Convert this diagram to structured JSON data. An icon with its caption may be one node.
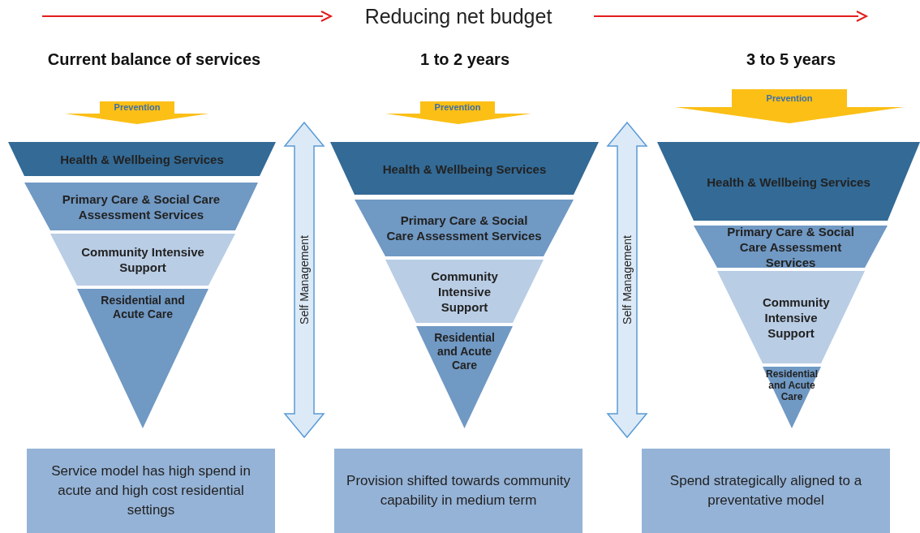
{
  "diagram": {
    "title": "Reducing net budget",
    "nodes": [
      {
        "text": [
          "Prevention"
        ]
      },
      {
        "text": [
          "Health & Wellbeing Services"
        ]
      },
      {
        "text": [
          "Primary Care & Social Care Assessment Services"
        ]
      },
      {
        "text": [
          "Community Intensive Support"
        ]
      },
      {
        "text": [
          "Residential and Acute Care"
        ]
      },
      {
        "text": [
          "Service model has high spend in acute and high cost residential settings"
        ]
      },
      {
        "text": [
          "Self Management"
        ]
      },
      {
        "text": [
          "Prevention"
        ]
      },
      {
        "text": [
          "Health & Wellbeing Services"
        ]
      },
      {
        "text": [
          "Primary Care & Social Care Assessment Services"
        ]
      },
      {
        "text": [
          "Community Intensive Support"
        ]
      },
      {
        "text": [
          "Residential and Acute Care"
        ]
      },
      {
        "text": [
          "Provision shifted towards community capability in medium term"
        ]
      },
      {
        "text": [
          "Self Management"
        ]
      },
      {
        "text": [
          "Prevention"
        ]
      },
      {
        "text": [
          "Health & Wellbeing Services"
        ]
      },
      {
        "text": [
          "Primary Care & Social Care Assessment Services"
        ]
      },
      {
        "text": [
          "Community Intensive Support"
        ]
      },
      {
        "text": [
          "Residential and Acute Care"
        ]
      },
      {
        "text": [
          "Spend strategically aligned to a preventative model"
        ]
      }
    ],
    "labels": [
      "Current balance of services",
      "1 to 2 years",
      "3 to 5 years"
    ]
  }
}
